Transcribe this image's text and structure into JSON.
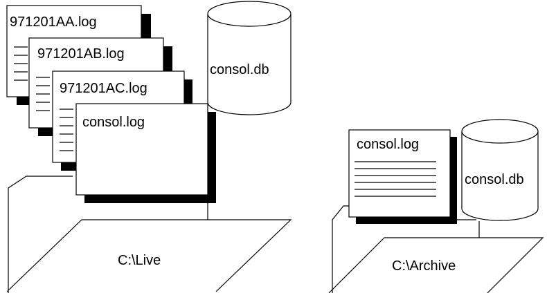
{
  "live": {
    "folder_label": "C:\\Live",
    "database_label": "consol.db",
    "log_files": [
      "971201AA.log",
      "971201AB.log",
      "971201AC.log",
      "consol.log"
    ]
  },
  "archive": {
    "folder_label": "C:\\Archive",
    "database_label": "consol.db",
    "log_file": "consol.log"
  },
  "colors": {
    "ink": "#000000",
    "paper": "#ffffff"
  }
}
